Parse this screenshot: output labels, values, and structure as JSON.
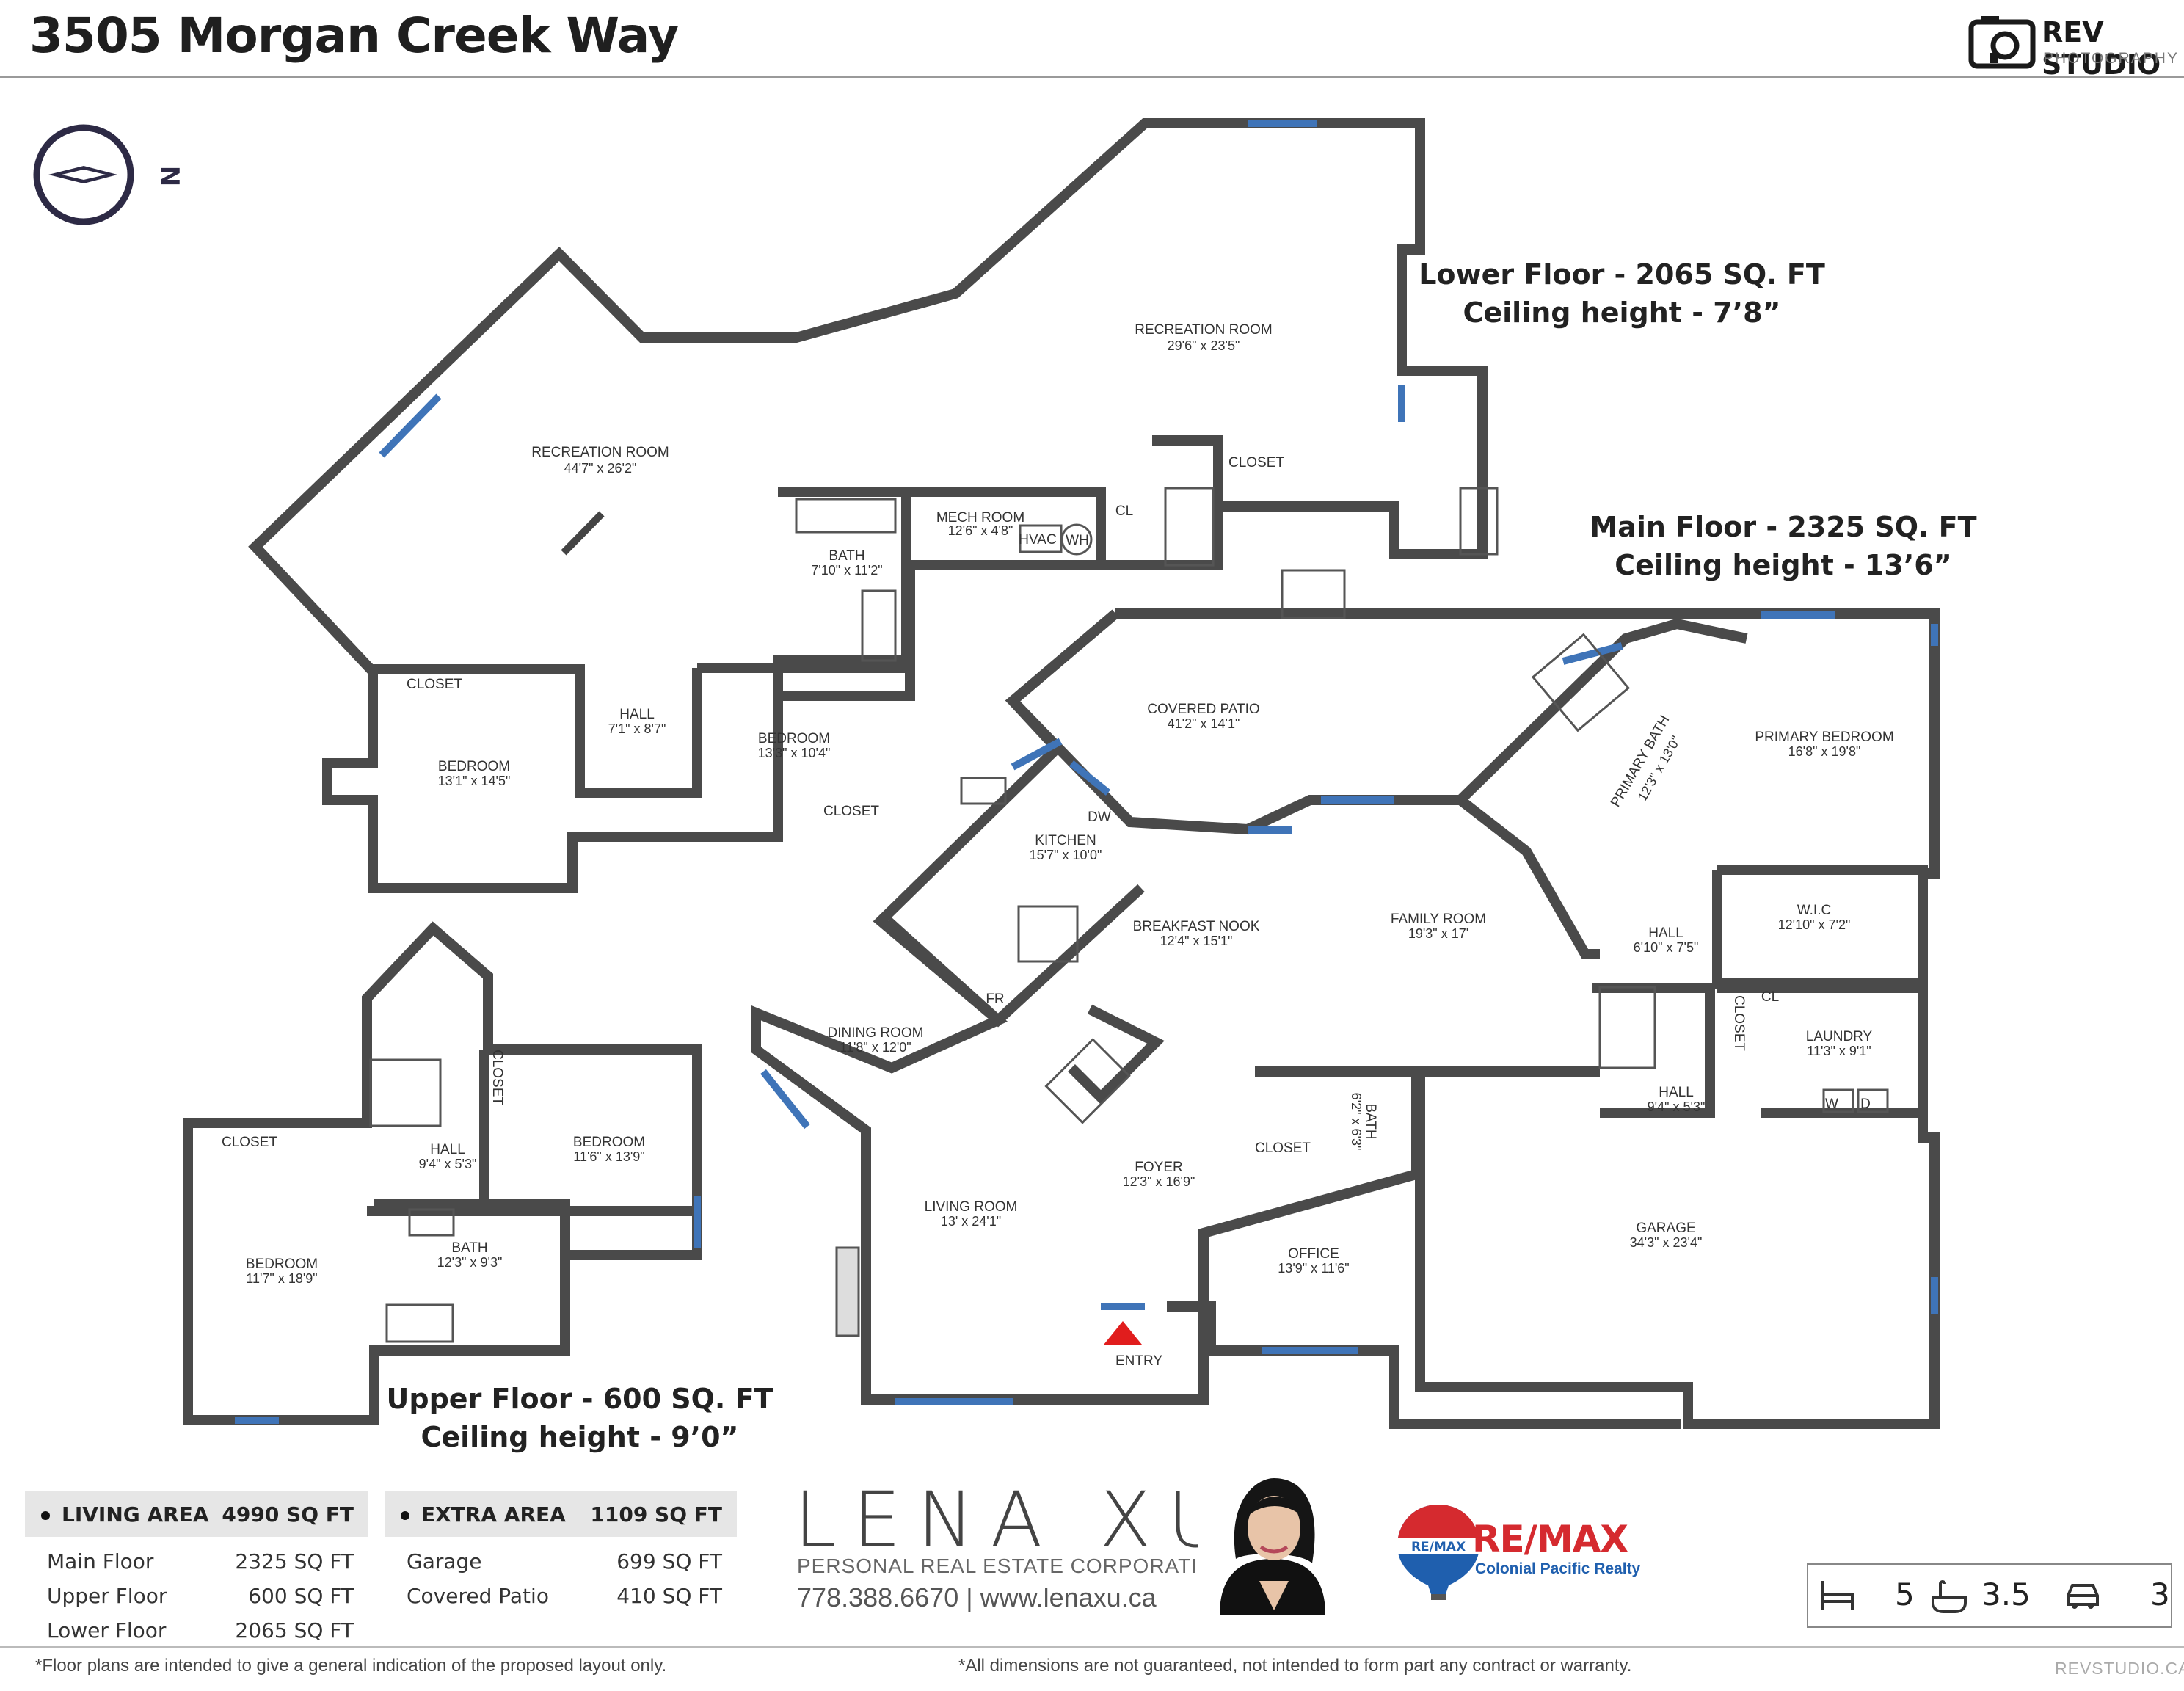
{
  "header": {
    "title": "3505 Morgan Creek Way"
  },
  "brand": {
    "studio_name": "REV STUDIO",
    "studio_sub": "PHOTOGRAPHY",
    "site": "REVSTUDIO.CA"
  },
  "compass": {
    "letter": "N"
  },
  "floors": {
    "lower": {
      "line1": "Lower Floor - 2065 SQ. FT",
      "line2": "Ceiling height - 7’8”"
    },
    "main": {
      "line1": "Main Floor - 2325 SQ. FT",
      "line2": "Ceiling height - 13’6”"
    },
    "upper": {
      "line1": "Upper Floor - 600 SQ. FT",
      "line2": "Ceiling height - 9’0”"
    }
  },
  "rooms": {
    "rec1": {
      "name": "RECREATION ROOM",
      "dim": "29'6\" x 23'5\""
    },
    "rec2": {
      "name": "RECREATION ROOM",
      "dim": "44'7\" x 26'2\""
    },
    "closet_lower_a": {
      "name": "CLOSET"
    },
    "mech": {
      "name": "MECH ROOM",
      "dim": "12'6\" x 4'8\""
    },
    "hvac": {
      "name": "HVAC"
    },
    "wh": {
      "name": "WH"
    },
    "cl_lower": {
      "name": "CL"
    },
    "bath_lower": {
      "name": "BATH",
      "dim": "7'10\" x 11'2\""
    },
    "closet_lower_b": {
      "name": "CLOSET"
    },
    "hall_lower": {
      "name": "HALL",
      "dim": "7'1\" x 8'7\""
    },
    "bedroom_lower_a": {
      "name": "BEDROOM",
      "dim": "13'1\" x 14'5\""
    },
    "bedroom_lower_b": {
      "name": "BEDROOM",
      "dim": "13'3\" x 10'4\""
    },
    "closet_lower_c": {
      "name": "CLOSET"
    },
    "covered_patio": {
      "name": "COVERED PATIO",
      "dim": "41'2\" x 14'1\""
    },
    "kitchen": {
      "name": "KITCHEN",
      "dim": "15'7\" x 10'0\""
    },
    "dw": {
      "name": "DW"
    },
    "fr": {
      "name": "FR"
    },
    "breakfast": {
      "name": "BREAKFAST NOOK",
      "dim": "12'4\" x 15'1\""
    },
    "family": {
      "name": "FAMILY ROOM",
      "dim": "19'3\" x 17'"
    },
    "primary_bath": {
      "name": "PRIMARY BATH",
      "dim": "12'3\" x 13'0\""
    },
    "primary_bed": {
      "name": "PRIMARY BEDROOM",
      "dim": "16'8\" x 19'8\""
    },
    "hall_main_a": {
      "name": "HALL",
      "dim": "6'10\" x 7'5\""
    },
    "wic": {
      "name": "W.I.C",
      "dim": "12'10\" x 7'2\""
    },
    "closet_main_a": {
      "name": "CLOSET"
    },
    "cl_main": {
      "name": "CL"
    },
    "laundry": {
      "name": "LAUNDRY",
      "dim": "11'3\" x 9'1\""
    },
    "w": {
      "name": "W"
    },
    "d": {
      "name": "D"
    },
    "hall_main_b": {
      "name": "HALL",
      "dim": "9'4\" x 5'3\""
    },
    "dining": {
      "name": "DINING ROOM",
      "dim": "11'8\" x 12'0\""
    },
    "living": {
      "name": "LIVING ROOM",
      "dim": "13' x 24'1\""
    },
    "foyer": {
      "name": "FOYER",
      "dim": "12'3\" x 16'9\""
    },
    "closet_main_b": {
      "name": "CLOSET"
    },
    "bath_main": {
      "name": "BATH",
      "dim": "6'2\" x 6'3\""
    },
    "office": {
      "name": "OFFICE",
      "dim": "13'9\" x 11'6\""
    },
    "entry": {
      "name": "ENTRY"
    },
    "garage": {
      "name": "GARAGE",
      "dim": "34'3\" x 23'4\""
    },
    "closet_up_a": {
      "name": "CLOSET"
    },
    "closet_up_b": {
      "name": "CLOSET"
    },
    "hall_up": {
      "name": "HALL",
      "dim": "9'4\" x 5'3\""
    },
    "bedroom_up_a": {
      "name": "BEDROOM",
      "dim": "11'6\" x 13'9\""
    },
    "bedroom_up_b": {
      "name": "BEDROOM",
      "dim": "11'7\" x 18'9\""
    },
    "bath_up": {
      "name": "BATH",
      "dim": "12'3\" x 9'3\""
    }
  },
  "living_area": {
    "title": "LIVING AREA",
    "total": "4990 SQ FT",
    "rows": [
      {
        "label": "Main Floor",
        "value": "2325 SQ FT"
      },
      {
        "label": "Upper Floor",
        "value": "600 SQ FT"
      },
      {
        "label": "Lower Floor",
        "value": "2065 SQ FT"
      }
    ]
  },
  "extra_area": {
    "title": "EXTRA AREA",
    "total": "1109 SQ FT",
    "rows": [
      {
        "label": "Garage",
        "value": "699 SQ FT"
      },
      {
        "label": "Covered Patio",
        "value": "410 SQ FT"
      }
    ]
  },
  "agent": {
    "name": "LENA XU",
    "corp": "PERSONAL REAL ESTATE CORPORATION",
    "contact": "778.388.6670 | www.lenaxu.ca"
  },
  "brokerage": {
    "badge": "RE/MAX",
    "word": "RE/MAX",
    "sub": "Colonial Pacific Realty"
  },
  "stats": {
    "beds": "5",
    "baths": "3.5",
    "garage": "3"
  },
  "footer": {
    "left": "*Floor plans are intended to give a general indication of the proposed layout only.",
    "right": "*All dimensions are not guaranteed, not intended to form part any contract or warranty."
  },
  "colors": {
    "wall": "#4a4a4a",
    "window": "#3f74b8",
    "entry_arrow": "#e11d1d",
    "remax_red": "#d52a2f",
    "remax_blue": "#1f5fae"
  }
}
